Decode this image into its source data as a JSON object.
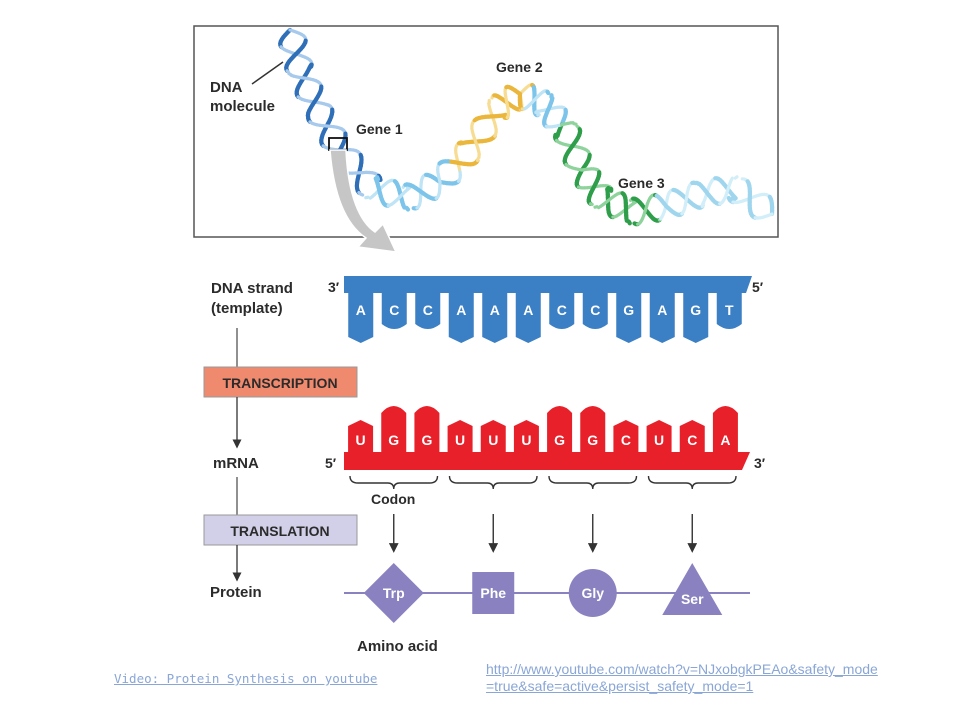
{
  "top": {
    "dna_molecule_label": [
      "DNA",
      "molecule"
    ],
    "genes": [
      "Gene 1",
      "Gene 2",
      "Gene 3"
    ]
  },
  "process": {
    "dna_strand_label": [
      "DNA strand",
      "(template)"
    ],
    "transcription": "TRANSCRIPTION",
    "mrna_label": "mRNA",
    "translation": "TRANSLATION",
    "protein_label": "Protein",
    "dna_left_end": "3′",
    "dna_right_end": "5′",
    "mrna_left_end": "5′",
    "mrna_right_end": "3′",
    "codon_label": "Codon",
    "amino_acid_label": "Amino acid"
  },
  "dna_bases": [
    "A",
    "C",
    "C",
    "A",
    "A",
    "A",
    "C",
    "C",
    "G",
    "A",
    "G",
    "T"
  ],
  "mrna_bases": [
    "U",
    "G",
    "G",
    "U",
    "U",
    "U",
    "G",
    "G",
    "C",
    "U",
    "C",
    "A"
  ],
  "amino_acids": [
    {
      "name": "Trp",
      "shape": "diamond"
    },
    {
      "name": "Phe",
      "shape": "square"
    },
    {
      "name": "Gly",
      "shape": "circle"
    },
    {
      "name": "Ser",
      "shape": "triangle"
    }
  ],
  "colors": {
    "dna_blue": "#3b7fc4",
    "mrna_red": "#e8202a",
    "transcription_box": "#f08a6e",
    "translation_box": "#d2d0e8",
    "amino_acid": "#8a82c0",
    "gene2_yellow": "#f2c14e",
    "gene3_green": "#2e9e4a",
    "light_blue": "#a8d8f0"
  },
  "links": {
    "video": "Video: Protein Synthesis on youtube",
    "url_line1": "http://www.youtube.com/watch?v=NJxobgkPEAo&safety_mode",
    "url_line2": "=true&safe=active&persist_safety_mode=1"
  }
}
